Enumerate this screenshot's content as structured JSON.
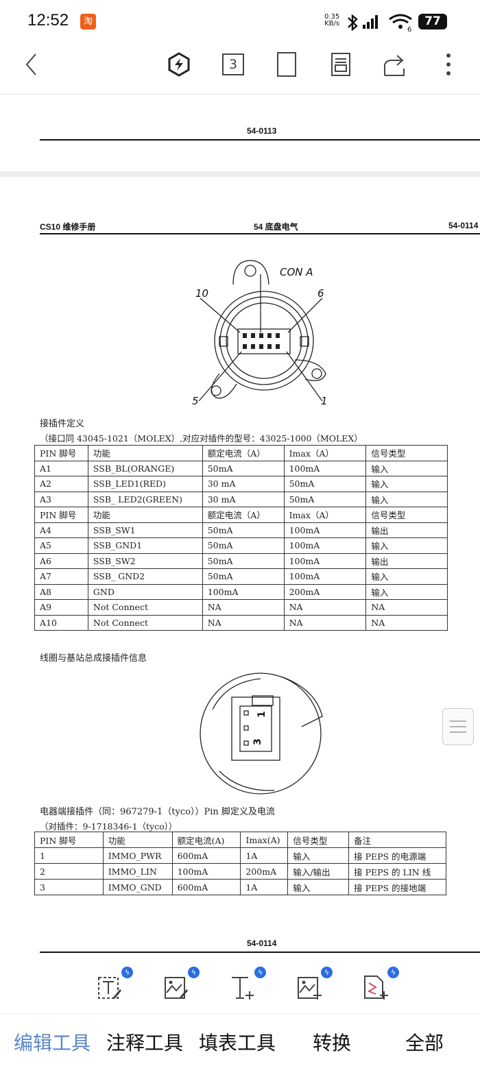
{
  "status": {
    "time": "12:52",
    "app_badge": "淘",
    "net_speed_value": "0.35",
    "net_speed_unit": "KB/s",
    "wifi_label": "6",
    "battery": "77"
  },
  "toolbar": {
    "icons": [
      "back-icon",
      "quick-action-icon",
      "page-count-icon",
      "fullscreen-icon",
      "reading-mode-icon",
      "share-icon",
      "more-icon"
    ],
    "page_count": "3"
  },
  "page1": {
    "footer_page": "54-0113"
  },
  "page2": {
    "header_left": "CS10 维修手册",
    "header_center": "54 底盘电气",
    "header_right": "54-0114",
    "diagram1": {
      "label_con": "CON A",
      "pin_labels": [
        "10",
        "6",
        "5",
        "1"
      ]
    },
    "section1_title": "接插件定义",
    "section1_sub": "（接口同 43045-1021（MOLEX）,对应对插件的型号：43025-1000（MOLEX）",
    "table1": {
      "rows": [
        [
          "PIN 脚号",
          "功能",
          "额定电流（A）",
          "Imax（A）",
          "信号类型"
        ],
        [
          "A1",
          "SSB_BL(ORANGE)",
          "50mA",
          "100mA",
          "输入"
        ],
        [
          "A2",
          "SSB_LED1(RED)",
          "30 mA",
          "50mA",
          "输入"
        ],
        [
          "A3",
          "SSB_ LED2(GREEN)",
          "30 mA",
          "50mA",
          "输入"
        ],
        [
          "PIN 脚号",
          "功能",
          "额定电流（A）",
          "Imax（A）",
          "信号类型"
        ],
        [
          "A4",
          "SSB_SW1",
          "50mA",
          "100mA",
          "输出"
        ],
        [
          "A5",
          "SSB_GND1",
          "50mA",
          "100mA",
          "输入"
        ],
        [
          "A6",
          "SSB_SW2",
          "50mA",
          "100mA",
          "输出"
        ],
        [
          "A7",
          "SSB_ GND2",
          "50mA",
          "100mA",
          "输入"
        ],
        [
          "A8",
          "GND",
          "100mA",
          "200mA",
          "输入"
        ],
        [
          "A9",
          "Not Connect",
          "NA",
          "NA",
          "NA"
        ],
        [
          "A10",
          "Not Connect",
          "NA",
          "NA",
          "NA"
        ]
      ]
    },
    "section2_title": "线圈与基站总成接插件信息",
    "diagram2": {
      "pin_labels": [
        "1",
        "3"
      ]
    },
    "section3_title": "电器端接插件（同：967279-1（tyco））Pin 脚定义及电流",
    "section3_sub": "（对插件：9-1718346-1（tyco））",
    "table2": {
      "rows": [
        [
          "PIN 脚号",
          "功能",
          "额定电流(A)",
          "Imax(A)",
          "信号类型",
          "备注"
        ],
        [
          "1",
          "IMMO_PWR",
          "600mA",
          "1A",
          "输入",
          "接 PEPS 的电源端"
        ],
        [
          "2",
          "IMMO_LIN",
          "100mA",
          "200mA",
          "输入/输出",
          "接 PEPS 的 LIN 线"
        ],
        [
          "3",
          "IMMO_GND",
          "600mA",
          "1A",
          "输入",
          "接 PEPS 的接地端"
        ]
      ]
    },
    "footer_page": "54-0114"
  },
  "edit_tools": [
    "edit-text-icon",
    "edit-image-icon",
    "add-text-icon",
    "add-image-icon",
    "add-signature-icon"
  ],
  "bottom_tabs": [
    "编辑工具",
    "注释工具",
    "填表工具",
    "转换",
    "全部"
  ],
  "colors": {
    "active_tab": "#5a86c5",
    "badge": "#2b6ee0"
  }
}
